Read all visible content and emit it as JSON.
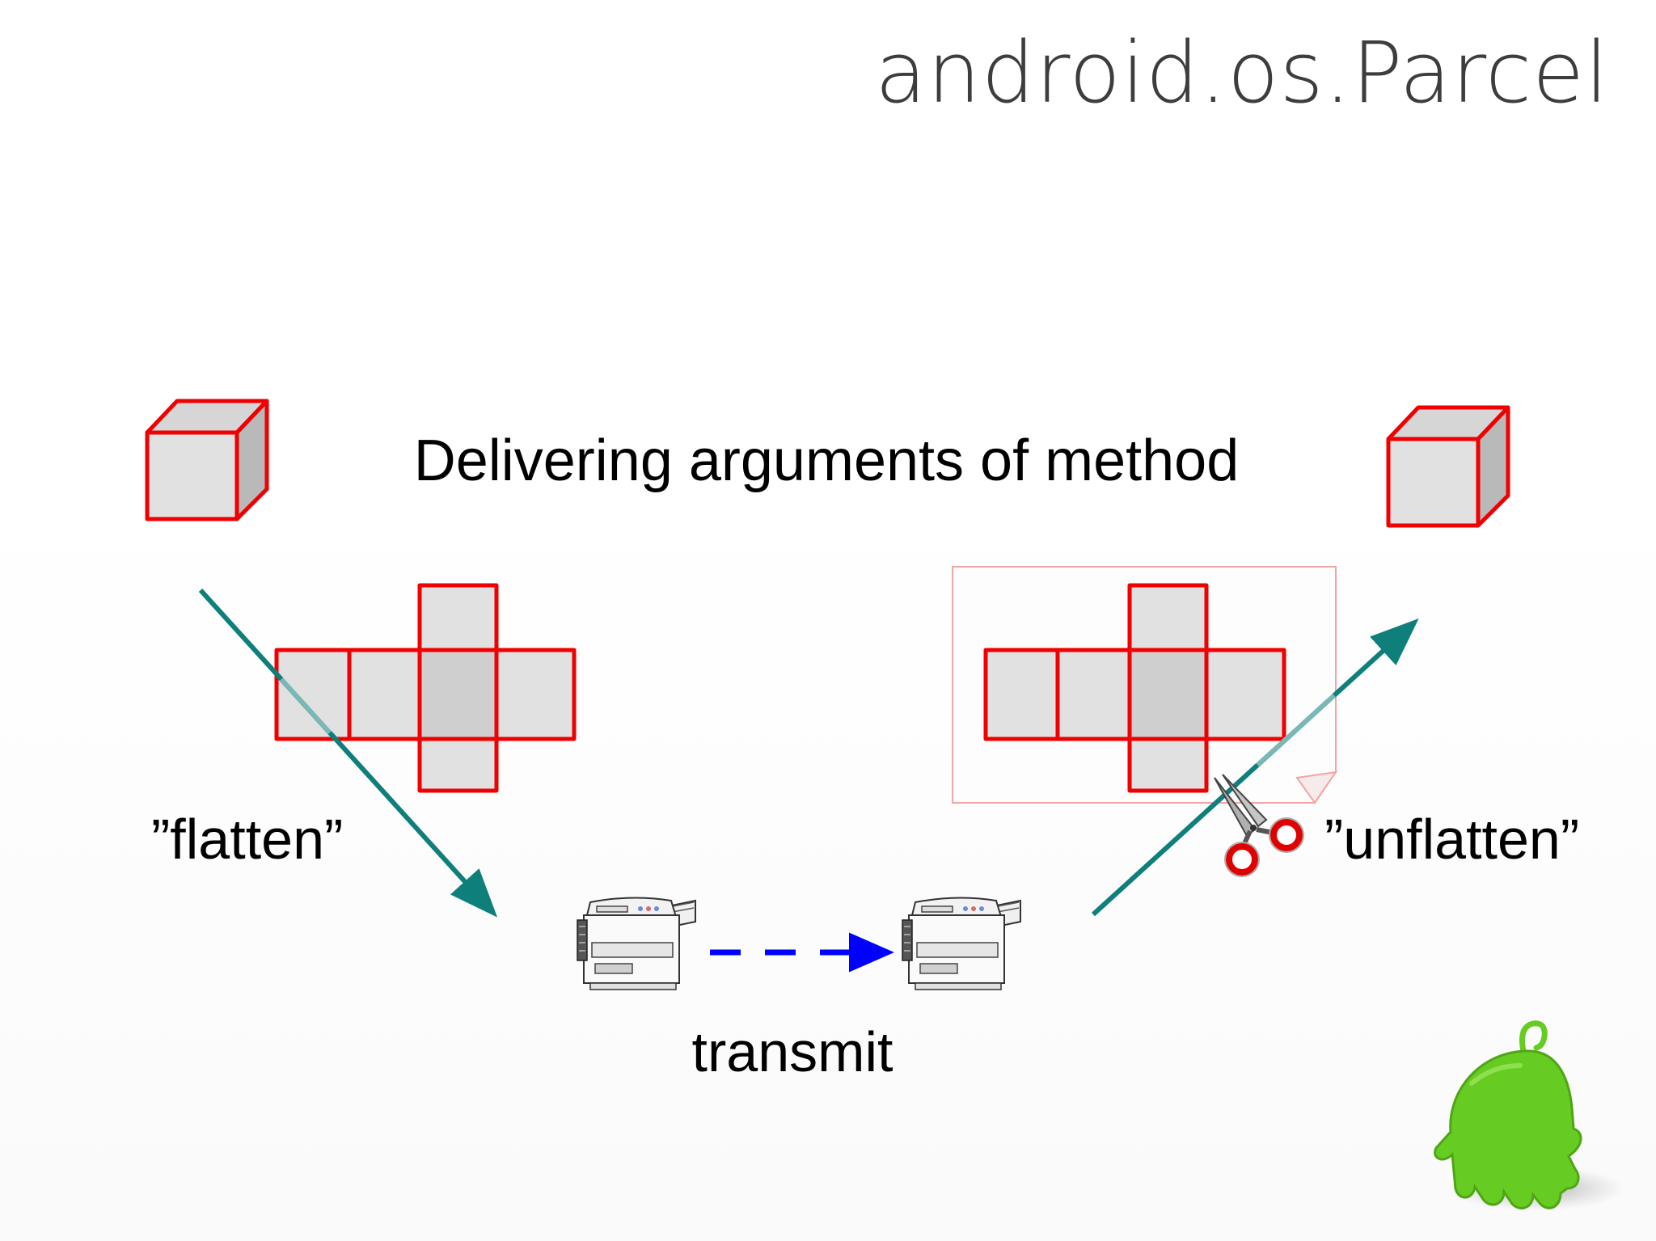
{
  "slide": {
    "title": "android.os.Parcel",
    "caption": "Delivering arguments of method"
  },
  "labels": {
    "flatten": "”flatten”",
    "unflatten": "”unflatten”",
    "transmit": "transmit"
  },
  "colors": {
    "outline": "#f00000",
    "face": "#e1e1e1",
    "arrow": "#0e7f7a",
    "transmit_arrow": "#0000ff",
    "mascot": "#66cc22"
  },
  "icons": {
    "source_object": "cube-icon",
    "flattened_net": "cube-net-icon",
    "sender_device": "fax-machine-icon",
    "receiver_device": "fax-machine-icon",
    "cutter": "scissors-icon",
    "mascot": "green-mascot-icon"
  }
}
